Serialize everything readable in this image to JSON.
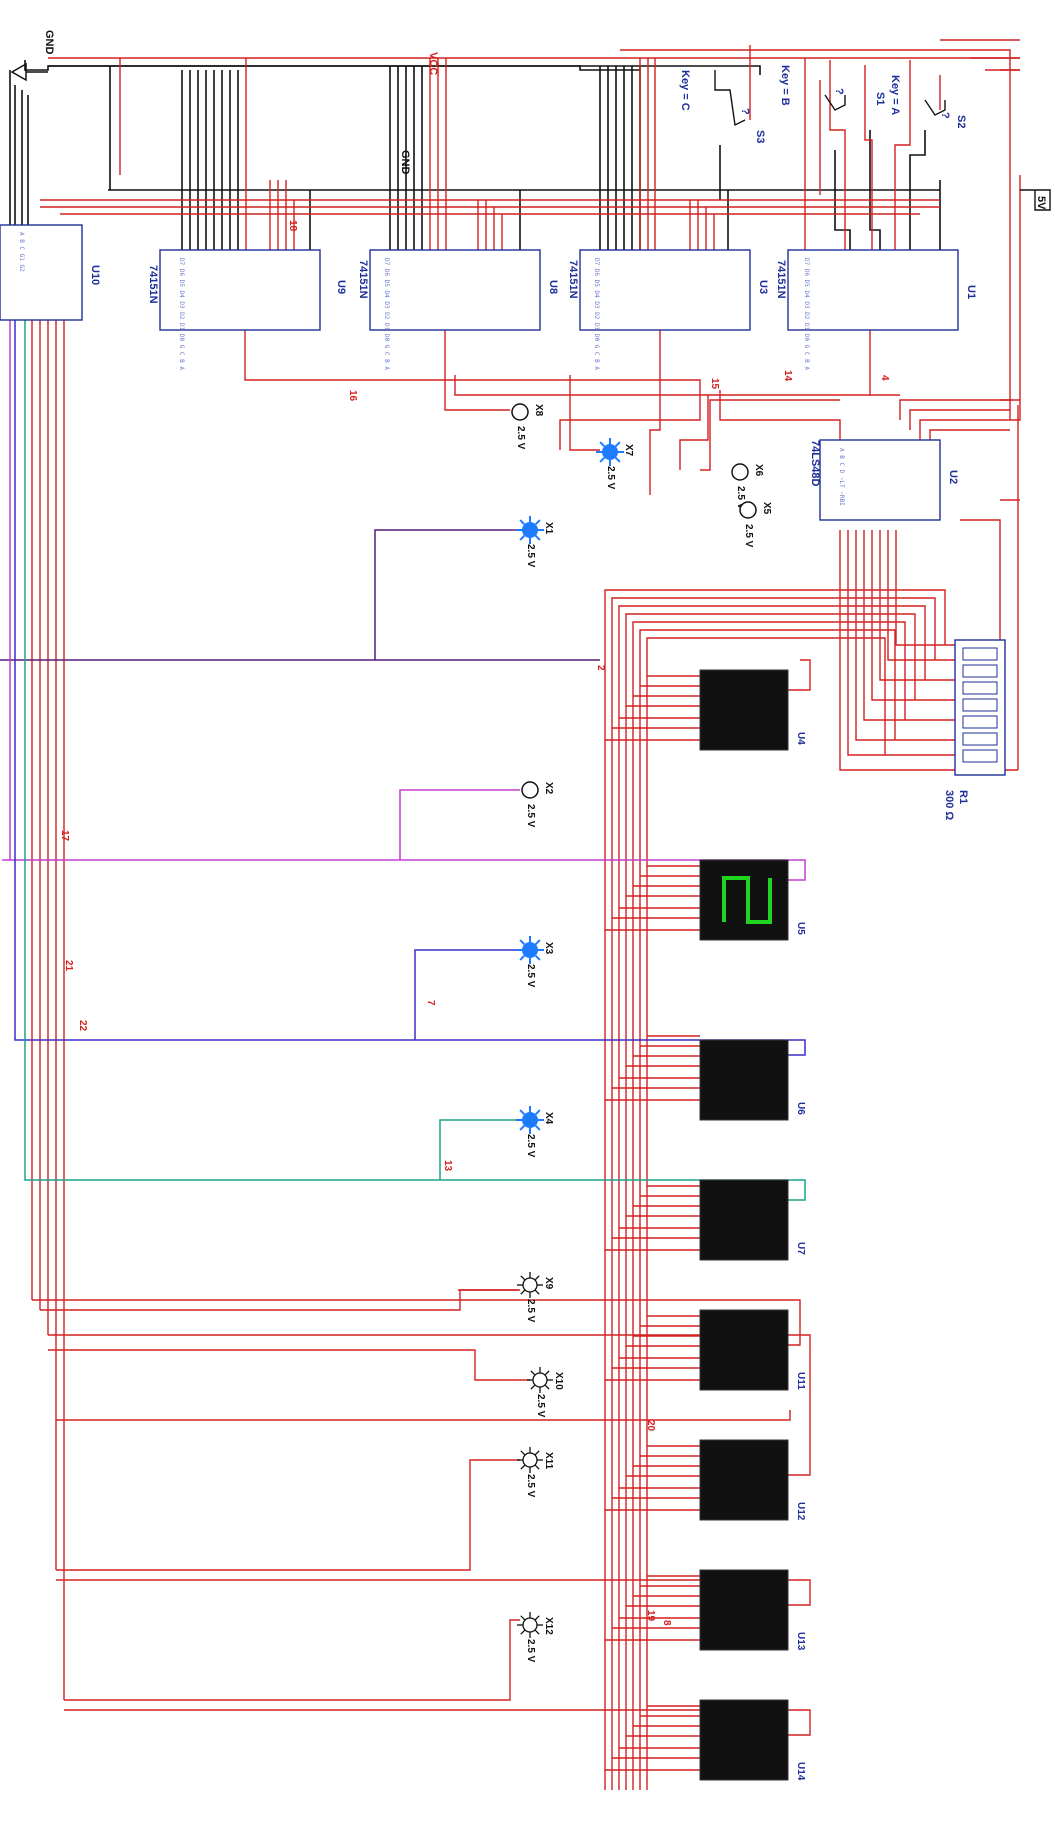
{
  "colors": {
    "wire_red": "#d42020",
    "wire_black": "#111111",
    "wire_purple": "#5a1a7a",
    "wire_magenta": "#c23fd0",
    "wire_violet": "#3a2ec8",
    "wire_teal": "#1aa58a",
    "chip_outline": "#1f2f9a",
    "probe_lit": "#1e7bff",
    "display_segment": "#22d422"
  },
  "power": {
    "gnd_label": "GND",
    "supply_label": "5V",
    "vcc_label": "VCC",
    "gnd_label_2": "GND"
  },
  "switches": [
    {
      "ref": "S3",
      "key": "Key = C",
      "value": "?"
    },
    {
      "ref": "S1",
      "key": "Key = B",
      "value": "?"
    },
    {
      "ref": "S2",
      "key": "Key = A",
      "value": "?"
    }
  ],
  "chips": [
    {
      "ref": "U9",
      "part": "74151N"
    },
    {
      "ref": "U8",
      "part": "74151N"
    },
    {
      "ref": "U3",
      "part": "74151N"
    },
    {
      "ref": "U1",
      "part": "74151N"
    },
    {
      "ref": "U2",
      "part": "74LS48D"
    },
    {
      "ref": "U10",
      "part": ""
    }
  ],
  "resistor": {
    "ref": "R1",
    "value": "300 Ω"
  },
  "displays": [
    "U4",
    "U5",
    "U6",
    "U7",
    "U11",
    "U12",
    "U13",
    "U14"
  ],
  "probes": [
    {
      "ref": "X8",
      "v": "2.5 V",
      "lit": false
    },
    {
      "ref": "X7",
      "v": "2.5 V",
      "lit": true
    },
    {
      "ref": "X6",
      "v": "2.5 V",
      "lit": false
    },
    {
      "ref": "X5",
      "v": "2.5 V",
      "lit": false
    },
    {
      "ref": "X1",
      "v": "2.5 V",
      "lit": true
    },
    {
      "ref": "X2",
      "v": "2.5 V",
      "lit": false
    },
    {
      "ref": "X3",
      "v": "2.5 V",
      "lit": true
    },
    {
      "ref": "X4",
      "v": "2.5 V",
      "lit": true
    },
    {
      "ref": "X9",
      "v": "2.5 V",
      "lit": false
    },
    {
      "ref": "X10",
      "v": "2.5 V",
      "lit": false
    },
    {
      "ref": "X11",
      "v": "2.5 V",
      "lit": false
    },
    {
      "ref": "X12",
      "v": "2.5 V",
      "lit": false
    }
  ],
  "net_labels": [
    "18",
    "16",
    "15",
    "14",
    "4",
    "2",
    "17",
    "7",
    "21",
    "22",
    "13",
    "20",
    "19",
    "8"
  ]
}
